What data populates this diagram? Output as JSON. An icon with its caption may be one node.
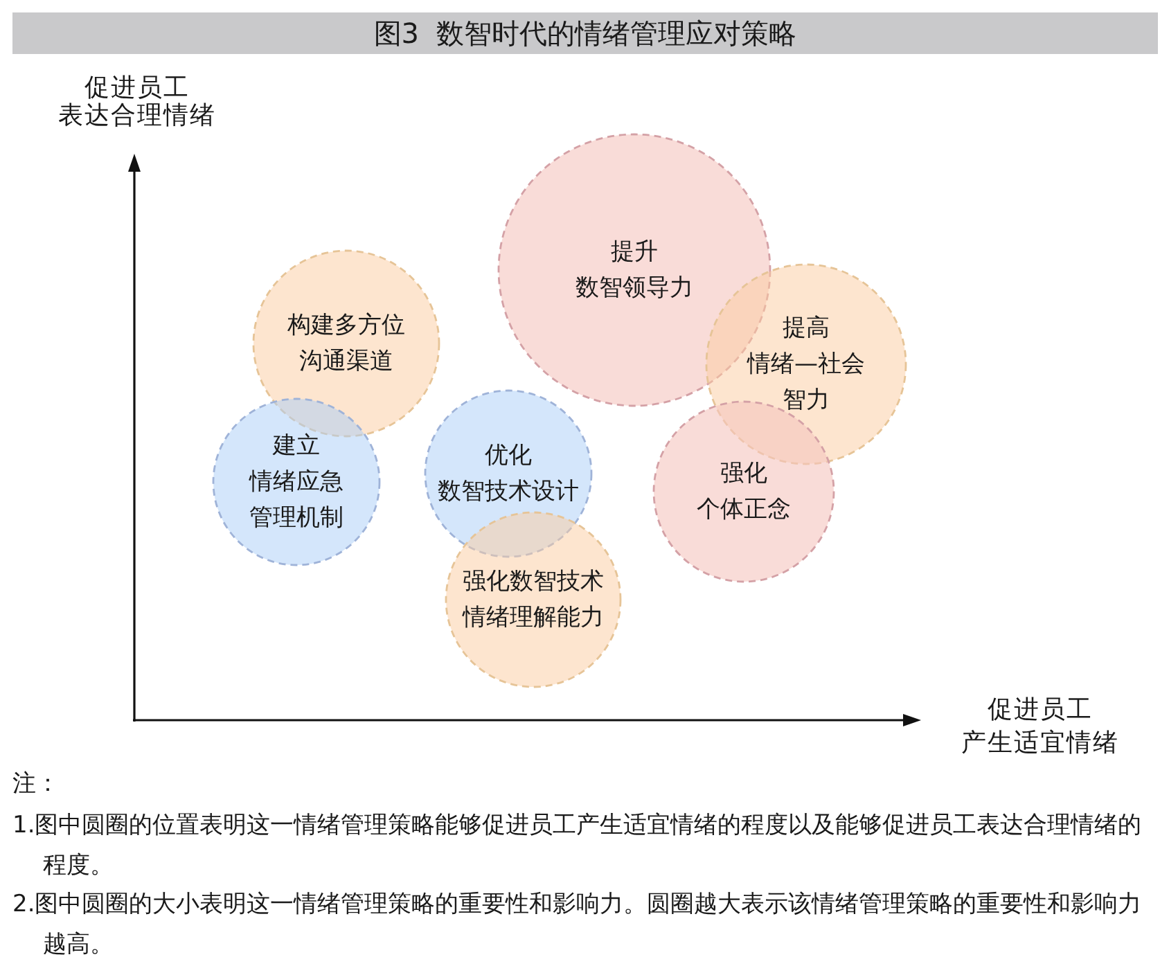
{
  "diagram": {
    "title": "图3  数智时代的情绪管理应对策略",
    "nodes": [
      {
        "text": [
          "提升数智领导力"
        ]
      },
      {
        "text": [
          "构建多方位沟通渠道"
        ]
      },
      {
        "text": [
          "提高情绪—社会智力"
        ]
      },
      {
        "text": [
          "建立情绪应急管理机制"
        ]
      },
      {
        "text": [
          "优化数智技术设计"
        ]
      },
      {
        "text": [
          "强化个体正念"
        ]
      },
      {
        "text": [
          "强化数智技术情绪理解能力"
        ]
      }
    ],
    "labels": [
      "促进员工表达合理情绪",
      "促进员工产生适宜情绪",
      "注：",
      "1.图中圆圈的位置表明这一情绪管理策略能够促进员工产生适宜情绪的程度以及能够促进员工表达合理情绪的程度。",
      "2.图中圆圈的大小表明这一情绪管理策略的重要性和影响力。圆圈越大表示该情绪管理策略的重要性和影响力越高。"
    ]
  }
}
